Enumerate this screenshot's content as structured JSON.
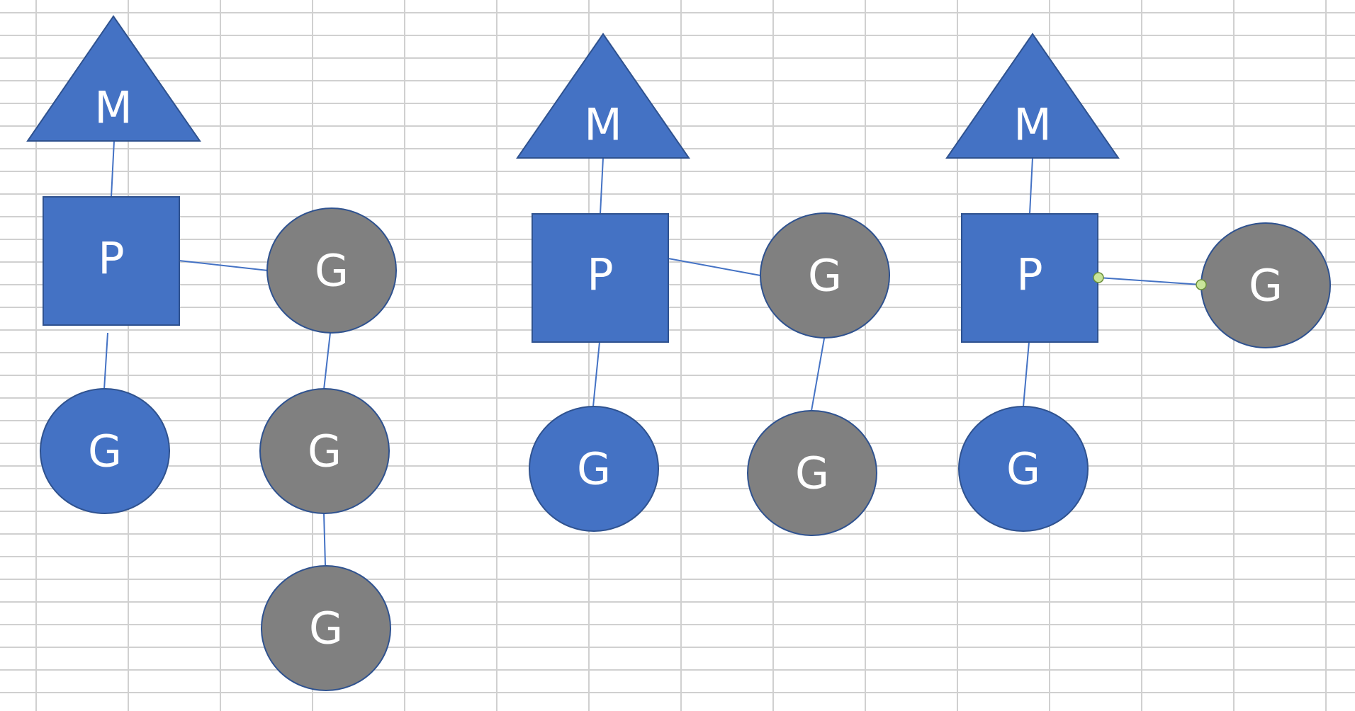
{
  "colors": {
    "blue_fill": "#4472c4",
    "blue_stroke": "#2f528f",
    "gray_fill": "#808080",
    "gray_stroke": "#2f528f",
    "label": "#ffffff",
    "gridline": "#d0d0d0",
    "connector": "#4472c4",
    "handle_fill": "#c9e59a"
  },
  "shape_types": {
    "m": "triangle",
    "p": "square",
    "g": "circle"
  },
  "labels": {
    "m": "M",
    "p": "P",
    "g": "G"
  },
  "groups": [
    {
      "m": "M",
      "p": "P",
      "g_running": "G",
      "g_queue": [
        "G",
        "G",
        "G"
      ]
    },
    {
      "m": "M",
      "p": "P",
      "g_running": "G",
      "g_queue": [
        "G",
        "G"
      ]
    },
    {
      "m": "M",
      "p": "P",
      "g_running": "G",
      "g_queue": [
        "G"
      ],
      "selected_connector": true
    }
  ]
}
